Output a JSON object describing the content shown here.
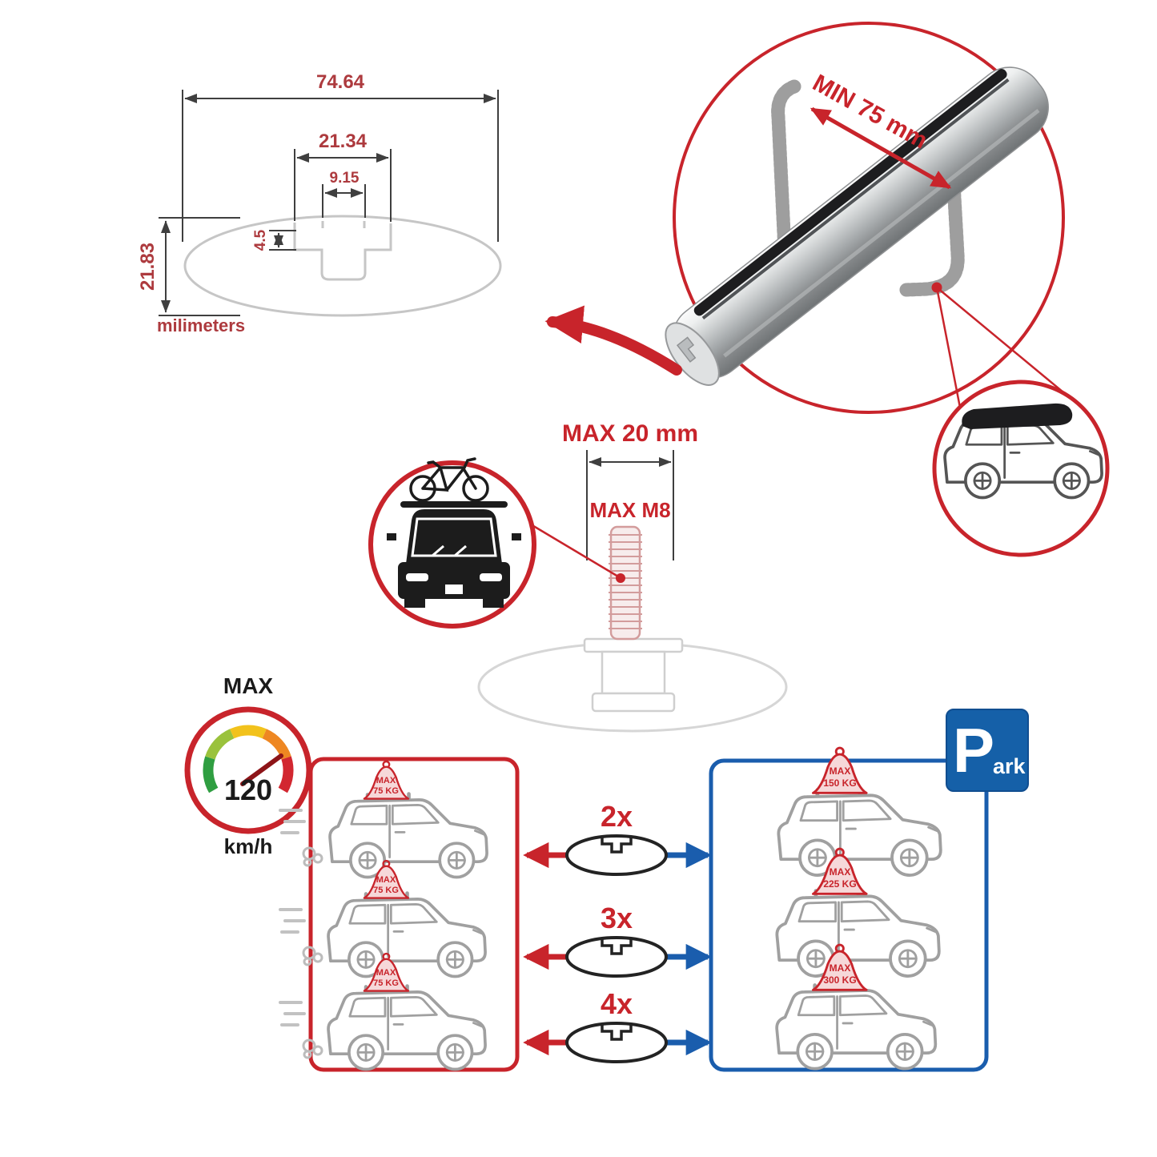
{
  "cross_section": {
    "total_width": "74.64",
    "channel_width": "21.34",
    "slot_width": "9.15",
    "lip_height": "4.5",
    "total_height": "21.83",
    "unit_label": "milimeters"
  },
  "bar_closeup": {
    "min_clamp_label": "MIN 75 mm"
  },
  "bolt_diagram": {
    "max_length_label": "MAX 20 mm",
    "max_thread_label": "MAX M8"
  },
  "speedometer": {
    "top_label": "MAX",
    "value": "120",
    "unit": "km/h"
  },
  "parking_sign": {
    "letter": "P",
    "suffix": "ark"
  },
  "bar_counts": [
    {
      "label": "2x"
    },
    {
      "label": "3x"
    },
    {
      "label": "4x"
    }
  ],
  "driving_cars": [
    {
      "max_label": "MAX",
      "load": "75 KG"
    },
    {
      "max_label": "MAX",
      "load": "75 KG"
    },
    {
      "max_label": "MAX",
      "load": "75 KG"
    }
  ],
  "parked_cars": [
    {
      "max_label": "MAX",
      "load": "150 KG"
    },
    {
      "max_label": "MAX",
      "load": "225 KG"
    },
    {
      "max_label": "MAX",
      "load": "300 KG"
    }
  ],
  "colors": {
    "red": "#c8242b",
    "blue": "#1a5dad",
    "dimension_text": "#ad3a3e",
    "profile_gray": "#c6c6c6"
  }
}
